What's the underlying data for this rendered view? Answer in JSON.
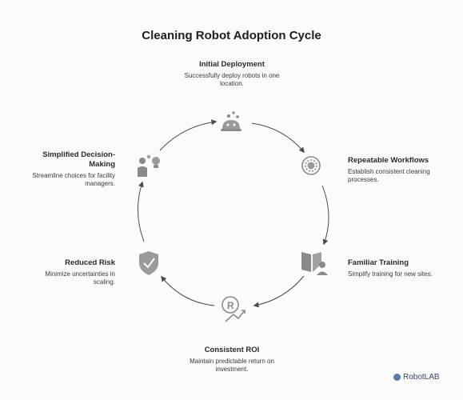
{
  "title": "Cleaning Robot Adoption Cycle",
  "nodes": [
    {
      "id": "initial-deployment",
      "title": "Initial Deployment",
      "desc": "Successfully deploy robots in one location.",
      "icon": "robot-icon"
    },
    {
      "id": "repeatable-workflows",
      "title": "Repeatable Workflows",
      "desc": "Establish consistent cleaning processes.",
      "icon": "gear-cycle-icon"
    },
    {
      "id": "familiar-training",
      "title": "Familiar Training",
      "desc": "Simplify training for new sites.",
      "icon": "book-user-icon"
    },
    {
      "id": "consistent-roi",
      "title": "Consistent ROI",
      "desc": "Maintain predictable return on investment.",
      "icon": "roi-icon"
    },
    {
      "id": "reduced-risk",
      "title": "Reduced Risk",
      "desc": "Minimize uncertainties in scaling.",
      "icon": "shield-check-icon"
    },
    {
      "id": "simplified-decision-making",
      "title": "Simplified Decision-Making",
      "desc": "Streamline choices for facility managers.",
      "icon": "person-lightbulb-icon"
    }
  ],
  "logo": {
    "text": "RobotLAB"
  },
  "colors": {
    "arrow": "#4a4a4a",
    "icon": "#8a8a8a",
    "title": "#1e1e1e"
  }
}
